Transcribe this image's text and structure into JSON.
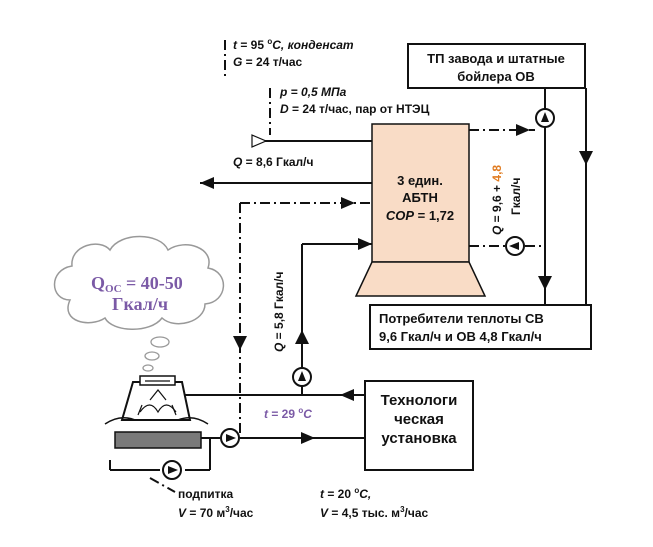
{
  "labels": {
    "condensate_t_var": "t",
    "condensate_t": " = 95 ",
    "condensate_t_unit": "C, конденсат",
    "condensate_g_var": "G",
    "condensate_g": " = 24 т/час",
    "steam_p_var": "p",
    "steam_p": " = 0,5 МПа",
    "steam_d_var": "D",
    "steam_d": " = 24 т/час, пар от НТЭЦ",
    "q_steam_var": "Q",
    "q_steam": " = 8,6 Гкал/ч",
    "q_vert_left_var": "Q",
    "q_vert_left": " = 5,8 Гкал/ч",
    "q_vert_right_var": "Q",
    "q_vert_right_a": " = 9,6 + ",
    "q_vert_right_b": "4,8",
    "q_vert_right_unit": "Гкал/ч",
    "t29_var": "t",
    "t29": " = 29 ",
    "t29_unit": "C",
    "t20_var": "t",
    "t20": " = 20 ",
    "t20_unit": "C,",
    "v_flow_var": "V",
    "v_flow": " = 4,5  тыс. м",
    "v_flow_unit": "/час",
    "makeup": "подпитка",
    "makeup_v_var": "V",
    "makeup_v": " = 70 м",
    "makeup_v_unit": "/час",
    "degree": "о",
    "cube": "3"
  },
  "boxes": {
    "tp_line1": "ТП завода  и штатные",
    "tp_line2": "бойлера ОВ",
    "abth_line1": "3 един.",
    "abth_line2": "АБТН",
    "abth_line3_var": "COP",
    "abth_line3": " = 1,72",
    "consumers_line1": "Потребители теплоты СВ",
    "consumers_line2": "9,6 Гкал/ч и ОВ 4,8 Гкал/ч",
    "tech_line1": "Технологи",
    "tech_line2": "ческая",
    "tech_line3": "установка"
  },
  "cloud": {
    "q_var": "Q",
    "q_sub": "OC",
    "q_value": " = 40-50",
    "q_unit": "Гкал/ч"
  },
  "colors": {
    "line": "#111111",
    "abth_fill": "#f9dcc6",
    "accent_purple": "#7b5aa6",
    "accent_orange": "#e07b20",
    "tower_fill": "#bdbdbd"
  }
}
